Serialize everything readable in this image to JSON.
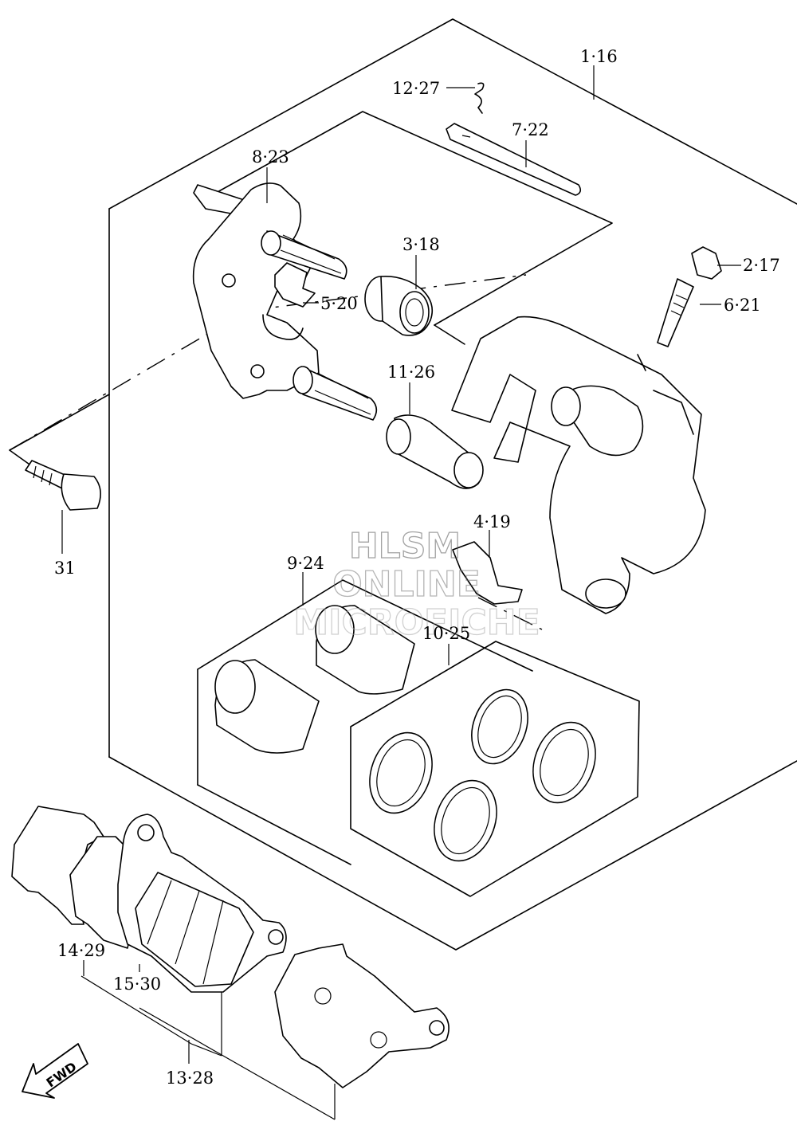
{
  "labels": {
    "l_1_16": "1·16",
    "l_12_27": "12·27",
    "l_7_22": "7·22",
    "l_8_23": "8·23",
    "l_3_18": "3·18",
    "l_2_17": "2·17",
    "l_6_21": "6·21",
    "l_5_20": "5·20",
    "l_11_26": "11·26",
    "l_31": "31",
    "l_4_19": "4·19",
    "l_9_24": "9·24",
    "l_10_25": "10·25",
    "l_14_29": "14·29",
    "l_15_30": "15·30",
    "l_13_28": "13·28"
  },
  "watermark": {
    "line1": "HLSM",
    "line2": "ONLINE",
    "line3": "MICROFICHE"
  },
  "fwd_label": "FWD"
}
